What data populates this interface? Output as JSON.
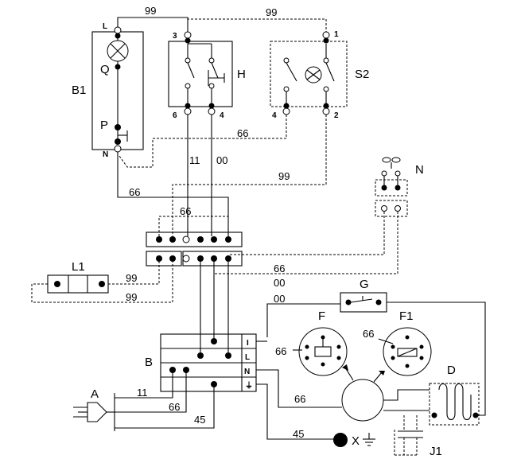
{
  "components": {
    "B1": "B1",
    "H": "H",
    "S2": "S2",
    "N": "N",
    "L1": "L1",
    "G": "G",
    "F": "F",
    "F1": "F1",
    "D": "D",
    "B": "B",
    "A": "A",
    "J1": "J1",
    "Q": "Q",
    "P": "P",
    "X": "X"
  },
  "wire_labels": {
    "w99": "99",
    "w66": "66",
    "w11": "11",
    "w00": "00",
    "w45": "45"
  },
  "terminals": {
    "L": "L",
    "N": "N",
    "t1": "1",
    "t2": "2",
    "t3": "3",
    "t4": "4",
    "t6": "6",
    "I": "I",
    "ground": "⏚"
  }
}
